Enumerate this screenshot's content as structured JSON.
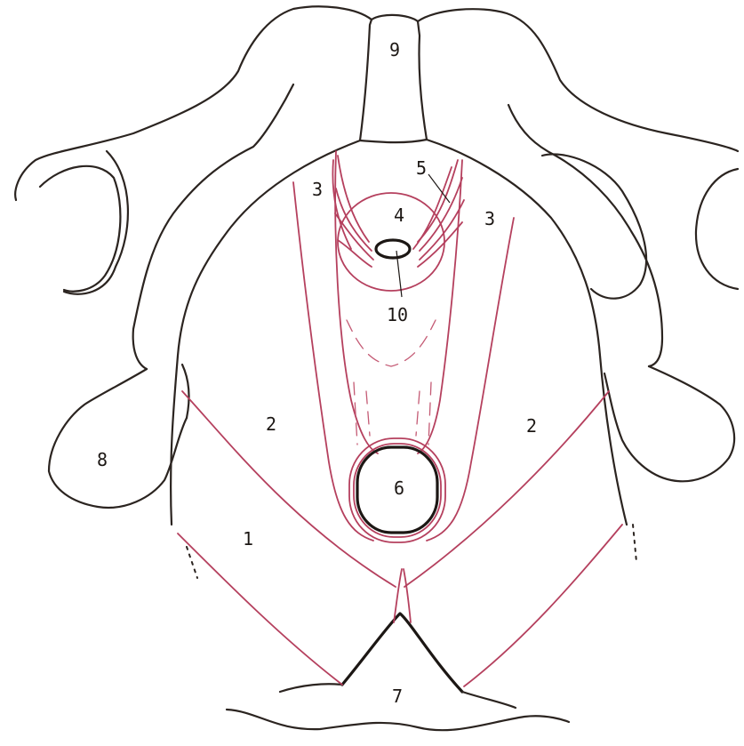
{
  "labels": {
    "n1": "1",
    "n2_left": "2",
    "n2_right": "2",
    "n3_left": "3",
    "n3_right": "3",
    "n4": "4",
    "n5": "5",
    "n6": "6",
    "n7": "7",
    "n8": "8",
    "n9": "9",
    "n10": "10"
  },
  "colors": {
    "bone_outline": "#2b2420",
    "muscle_outline": "#b5405e",
    "background": "#ffffff"
  }
}
